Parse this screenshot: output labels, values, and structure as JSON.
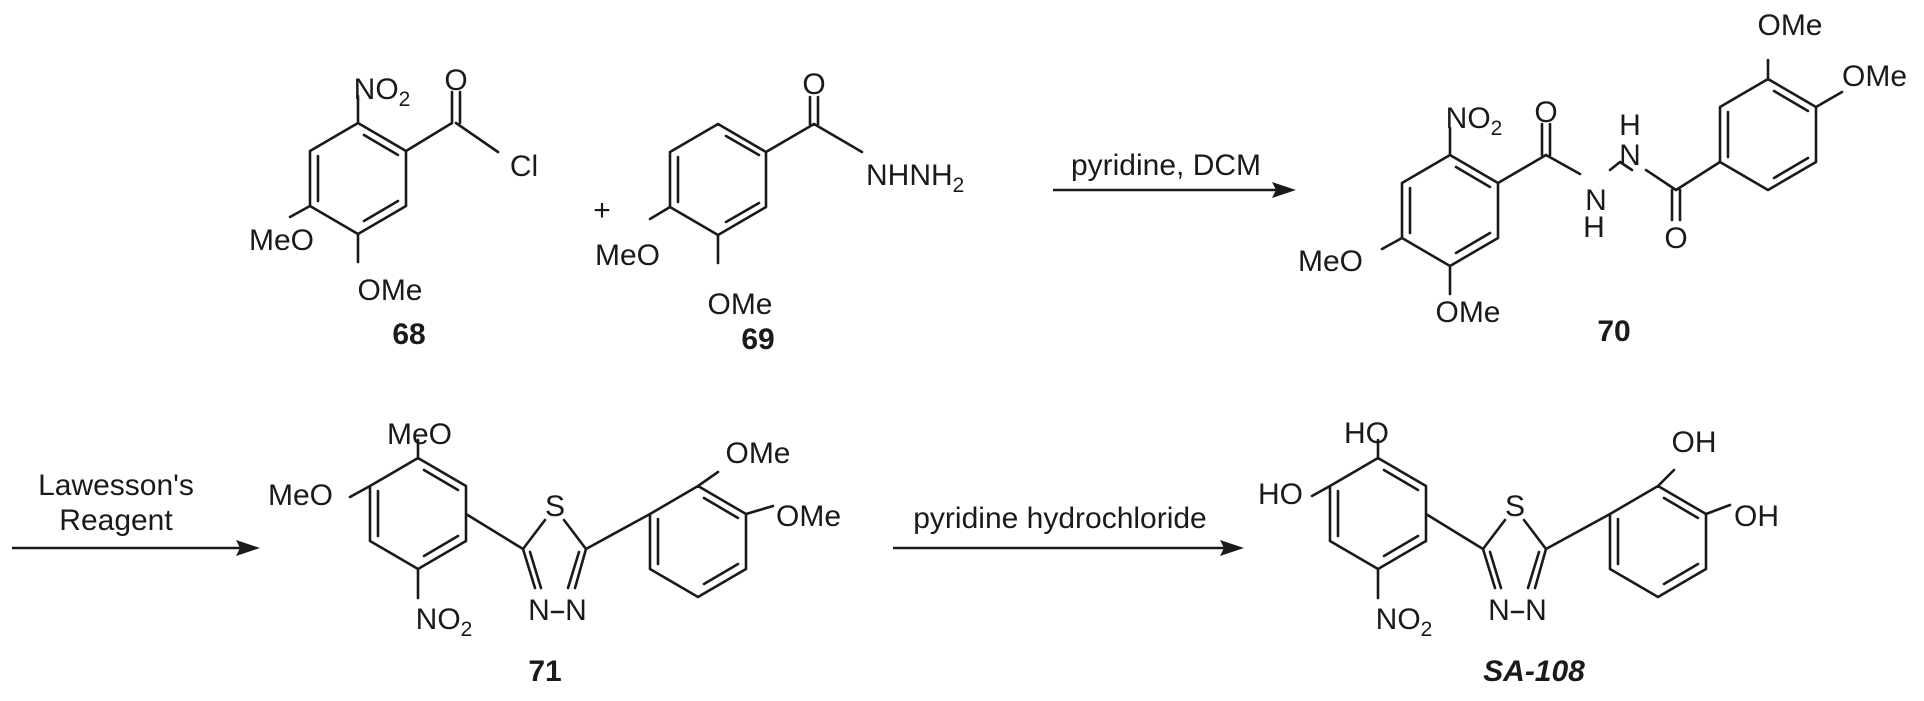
{
  "compounds": [
    {
      "id": "68",
      "labels": {
        "nitro": "NO",
        "nitro_sub": "2",
        "carbonyl_o": "O",
        "cl": "Cl",
        "meo": "MeO",
        "ome": "OMe"
      }
    },
    {
      "id": "69",
      "labels": {
        "carbonyl_o": "O",
        "nhnh": "NHNH",
        "nhnh_sub": "2",
        "meo": "MeO",
        "ome": "OMe"
      }
    },
    {
      "id": "70",
      "labels": {
        "nitro": "NO",
        "nitro_sub": "2",
        "o1": "O",
        "o2": "O",
        "nh_top_n": "N",
        "nh_top_h": "H",
        "nh_bot_n": "N",
        "nh_bot_h": "H",
        "meo": "MeO",
        "ome_bottom": "OMe",
        "ome_top": "OMe",
        "ome_right": "OMe"
      }
    },
    {
      "id": "71",
      "labels": {
        "meo_top": "MeO",
        "meo_left": "MeO",
        "nitro": "NO",
        "nitro_sub": "2",
        "s": "S",
        "n1": "N",
        "n2": "N",
        "ome_top": "OMe",
        "ome_right": "OMe"
      }
    },
    {
      "id": "SA-108",
      "labels": {
        "ho_top": "HO",
        "ho_left": "HO",
        "nitro": "NO",
        "nitro_sub": "2",
        "s": "S",
        "n1": "N",
        "n2": "N",
        "oh_top": "OH",
        "oh_right": "OH"
      }
    }
  ],
  "plus_sign": "+",
  "reactions": [
    {
      "from": [
        "68",
        "69"
      ],
      "to": "70",
      "conditions": [
        "pyridine, DCM"
      ]
    },
    {
      "from": [
        "70"
      ],
      "to": "71",
      "conditions": [
        "Lawesson's",
        "Reagent"
      ]
    },
    {
      "from": [
        "71"
      ],
      "to": "SA-108",
      "conditions": [
        "pyridine hydrochloride"
      ]
    }
  ],
  "colors": {
    "ink": "#1a1a1a",
    "background": "#ffffff"
  }
}
